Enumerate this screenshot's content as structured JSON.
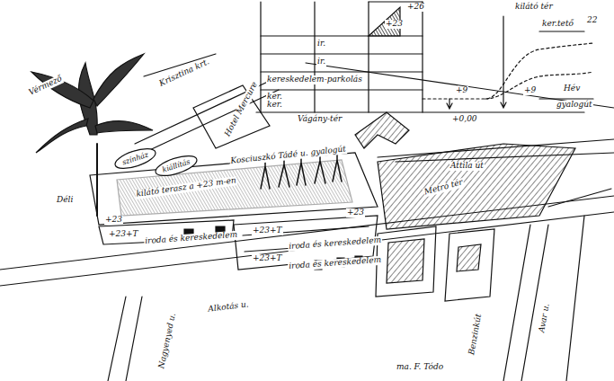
{
  "diagram": {
    "nodes": [
      {
        "text": [
          "színház"
        ]
      },
      {
        "text": [
          "kiállítás"
        ]
      }
    ],
    "labels": [
      "+26",
      "+23",
      "ir.",
      "ir.",
      "kereskedelem-parkolás",
      "ker.",
      "ker.",
      "+9",
      "Vágány-tér",
      "+0,00",
      "kilátó tér",
      "ker.tető",
      "22",
      "+9",
      "Hév",
      "gyalogút",
      "Vérmező",
      "Krisztina krt.",
      "Hotel Mercure",
      "kilátó terasz a +23 m-en",
      "Kosciuszkó Tádé u. gyalogút",
      "Déli",
      "+23",
      "+23+T",
      "iroda és kereskedelem",
      "+23",
      "+23+T",
      "iroda és kereskedelem",
      "+23+T",
      "iroda és kereskedelem",
      "Metró tér",
      "Attila út",
      "Alkotás u.",
      "Nagyenyed u.",
      "Avar u.",
      "Benzinkút",
      "ma. F. Tódo"
    ]
  }
}
